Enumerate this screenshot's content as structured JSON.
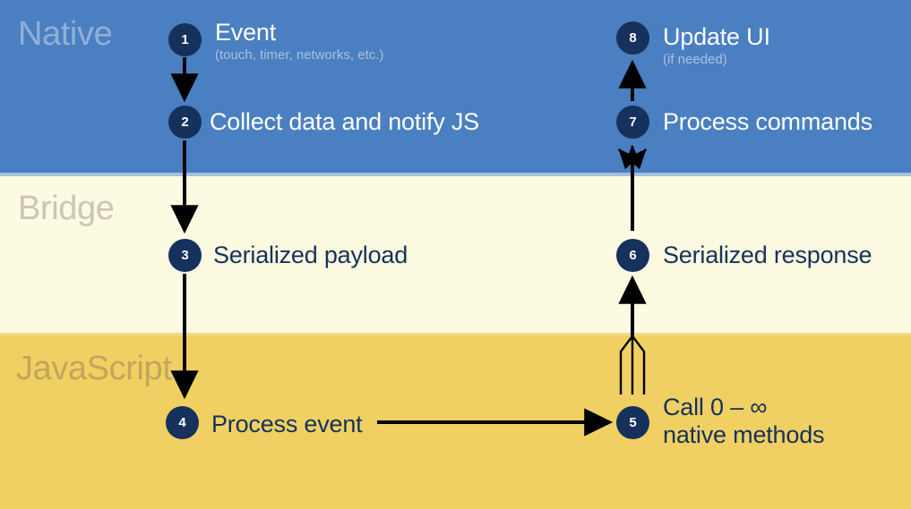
{
  "diagram": {
    "title": "React Native bridge event round-trip",
    "colors": {
      "native_band": "#4a7fc1",
      "bridge_band": "#fdfae2",
      "javascript_band": "#f0d063",
      "node_fill": "#15315c",
      "node_number": "#ffffff",
      "arrow": "#000000",
      "native_label": "#8fb0d8",
      "bridge_label": "#c9c6b4",
      "javascript_label": "#c2a65a",
      "dark_text": "#15315c",
      "light_text": "#ffffff",
      "muted_blue_text": "#a9c2e0"
    },
    "bands": [
      {
        "key": "native",
        "label": "Native"
      },
      {
        "key": "bridge",
        "label": "Bridge"
      },
      {
        "key": "javascript",
        "label": "JavaScript"
      }
    ],
    "steps": [
      {
        "number": "1",
        "title": "Event",
        "subtitle": "(touch, timer, networks, etc.)",
        "band": "native"
      },
      {
        "number": "2",
        "title": "Collect data and notify JS",
        "subtitle": "",
        "band": "native"
      },
      {
        "number": "3",
        "title": "Serialized payload",
        "subtitle": "",
        "band": "bridge"
      },
      {
        "number": "4",
        "title": "Process event",
        "subtitle": "",
        "band": "javascript"
      },
      {
        "number": "5",
        "title": "Call 0 – ∞",
        "subtitle": "native methods",
        "band": "javascript"
      },
      {
        "number": "6",
        "title": "Serialized response",
        "subtitle": "",
        "band": "bridge"
      },
      {
        "number": "7",
        "title": "Process commands",
        "subtitle": "",
        "band": "native"
      },
      {
        "number": "8",
        "title": "Update UI",
        "subtitle": "(if needed)",
        "band": "native"
      }
    ],
    "connectors": [
      {
        "name": "arrow-1-to-2",
        "from": "1",
        "to": "2",
        "direction": "down",
        "style": "single"
      },
      {
        "name": "arrow-2-to-3",
        "from": "2",
        "to": "3",
        "direction": "down",
        "style": "single"
      },
      {
        "name": "arrow-3-to-4",
        "from": "3",
        "to": "4",
        "direction": "down",
        "style": "single"
      },
      {
        "name": "arrow-4-to-5",
        "from": "4",
        "to": "5",
        "direction": "right",
        "style": "single"
      },
      {
        "name": "fan-5-to-6",
        "from": "5",
        "to": "6",
        "direction": "up",
        "style": "converging-three"
      },
      {
        "name": "arrow-6-to-7",
        "from": "6",
        "to": "7",
        "direction": "up",
        "style": "single"
      },
      {
        "name": "fan-7-above",
        "from": "7",
        "to": "7",
        "direction": "up",
        "style": "diverging-three"
      },
      {
        "name": "arrow-7-to-8",
        "from": "7",
        "to": "8",
        "direction": "up",
        "style": "single"
      }
    ]
  }
}
